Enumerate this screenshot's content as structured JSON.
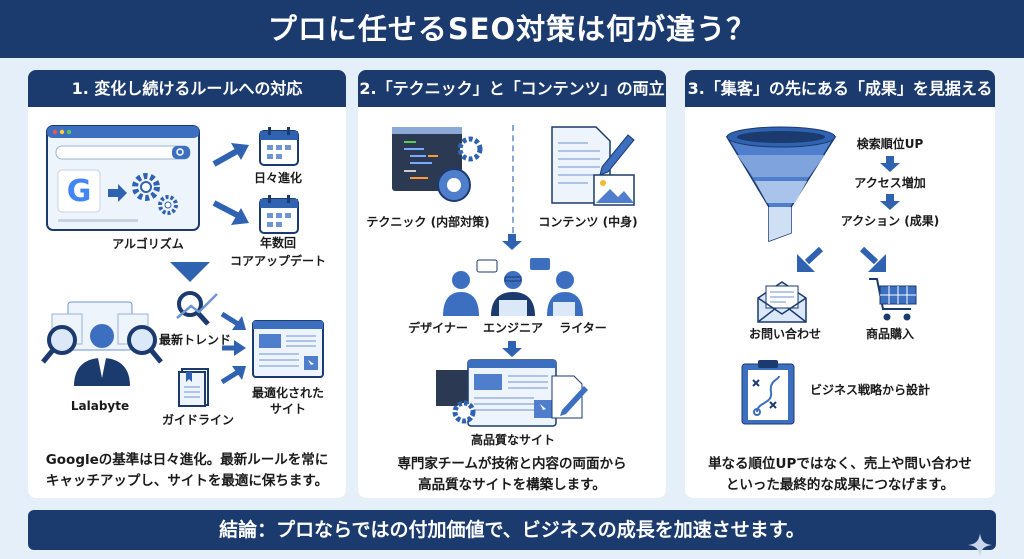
{
  "title": "プロに任せるSEO対策は何が違う？",
  "panels": [
    {
      "heading": "1. 変化し続けるルールへの対応",
      "labels": {
        "algorithm": "アルゴリズム",
        "daily": "日々進化",
        "core_line1": "年数回",
        "core_line2": "コアアップデート",
        "company": "Lalabyte",
        "trend": "最新トレンド",
        "guideline": "ガイドライン",
        "optimized_line1": "最適化された",
        "optimized_line2": "サイト",
        "google_letter": "G"
      },
      "description": [
        "Googleの基準は日々進化。最新ルールを常に",
        "キャッチアップし、サイトを最適に保ちます。"
      ]
    },
    {
      "heading": "2.「テクニック」と「コンテンツ」の両立",
      "labels": {
        "technique": "テクニック (内部対策)",
        "contents": "コンテンツ (中身)",
        "designer": "デザイナー",
        "engineer": "エンジニア",
        "writer": "ライター",
        "quality_site": "高品質なサイト"
      },
      "description": [
        "専門家チームが技術と内容の両面から",
        "高品質なサイトを構築します。"
      ]
    },
    {
      "heading": "3.「集客」の先にある「成果」を見据える",
      "labels": {
        "rank_up": "検索順位UP",
        "access_up": "アクセス増加",
        "action": "アクション (成果)",
        "inquiry": "お問い合わせ",
        "purchase": "商品購入",
        "strategy": "ビジネス戦略から設計"
      },
      "description": [
        "単なる順位UPではなく、売上や問い合わせ",
        "といった最終的な成果につなげます。"
      ]
    }
  ],
  "footer": "結論：プロならではの付加価値で、ビジネスの成長を加速させます。",
  "colors": {
    "navy": "#1b3a6e",
    "accent": "#2f62b0",
    "light": "#dbe8f7",
    "bg": "#e4eff9"
  }
}
